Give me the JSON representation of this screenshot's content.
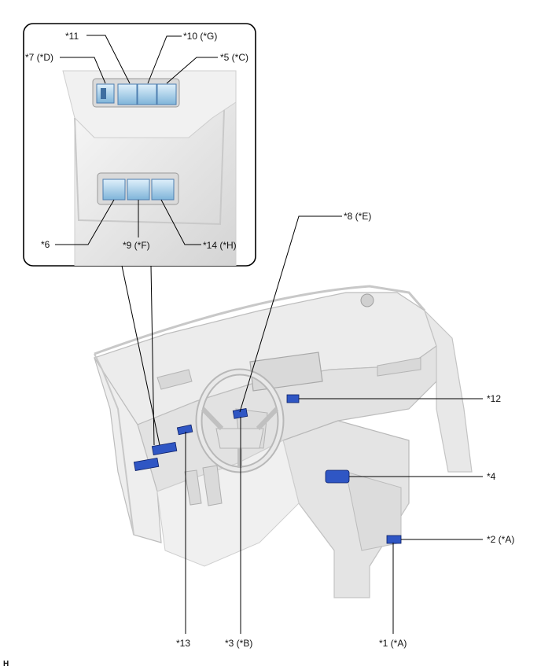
{
  "labels": {
    "c11": "*11",
    "c10": "*10 (*G)",
    "c7": "*7 (*D)",
    "c5": "*5 (*C)",
    "c6": "*6",
    "c9": "*9 (*F)",
    "c14": "*14 (*H)",
    "c8": "*8 (*E)",
    "c12": "*12",
    "c4": "*4",
    "c2": "*2 (*A)",
    "c13": "*13",
    "c3": "*3 (*B)",
    "c1": "*1 (*A)",
    "corner": "H"
  },
  "colors": {
    "connector": "#2f56c4",
    "switch_face": "#b8d8ee",
    "panel": "#e6e6e6",
    "leader": "#000000"
  }
}
